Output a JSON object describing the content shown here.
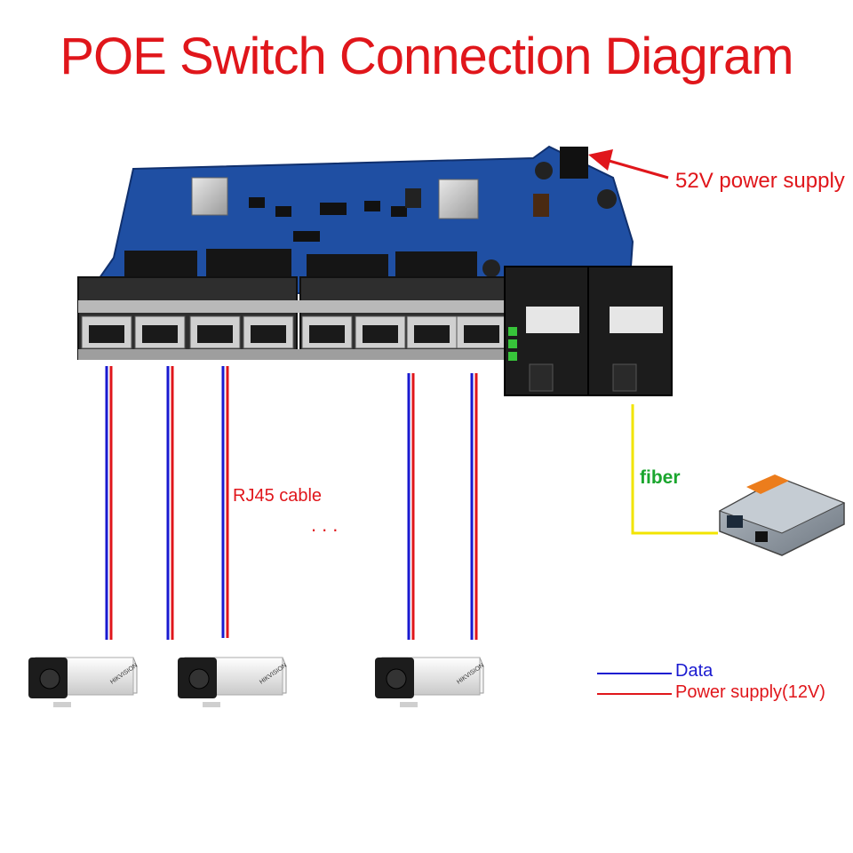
{
  "title": "POE Switch Connection Diagram",
  "labels": {
    "power_supply": "52V power supply",
    "cable": "RJ45 cable",
    "ellipsis": "...",
    "fiber": "fiber"
  },
  "legend": {
    "data": "Data",
    "power": "Power supply(12V)"
  },
  "camera_brand": "HIKVISION",
  "colors": {
    "title": "#e0161b",
    "data_line": "#1a1ad0",
    "power_line": "#e0161b",
    "fiber_line": "#f2e400",
    "fiber_label": "#1aa62e",
    "pcb": "#1f4fa3"
  }
}
